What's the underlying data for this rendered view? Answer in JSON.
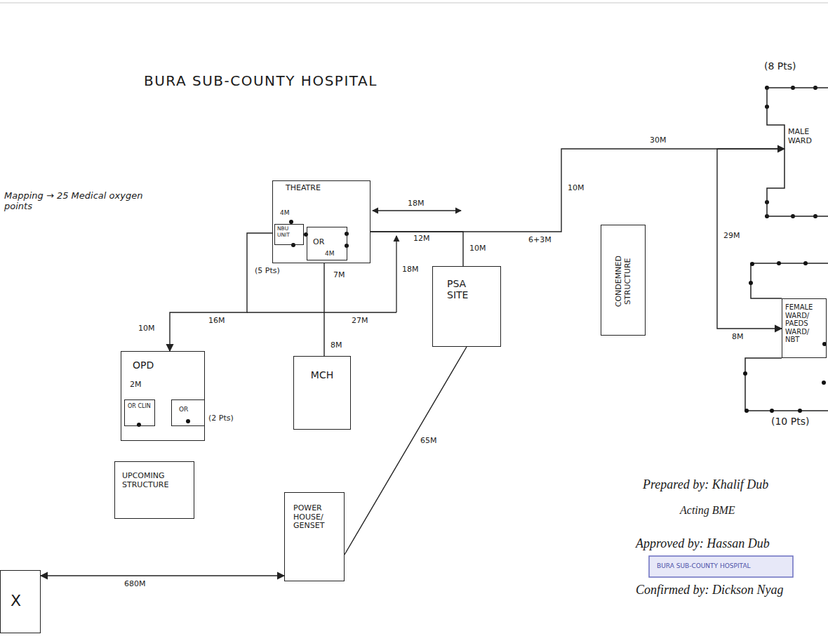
{
  "diagram": {
    "title": "BURA SUB-COUNTY HOSPITAL",
    "nodes": [
      {
        "text": [
          "THEATRE"
        ]
      },
      {
        "text": [
          "NBU UNIT"
        ],
        "in": 0
      },
      {
        "text": [
          "OR"
        ],
        "in": 0
      },
      {
        "text": [
          "PSA SITE"
        ]
      },
      {
        "text": [
          "CONDEMNED STRUCTURE"
        ]
      },
      {
        "text": [
          "MALE WARD"
        ]
      },
      {
        "text": [
          "OPD"
        ]
      },
      {
        "text": [
          "OR CLIN"
        ],
        "in": 6
      },
      {
        "text": [
          "OR"
        ],
        "in": 6
      },
      {
        "text": [
          "MCH"
        ]
      },
      {
        "text": [
          "FEMALE WARD/ PAEDS WARD/ NBT"
        ]
      },
      {
        "text": [
          "UPCOMING STRUCTURE"
        ]
      },
      {
        "text": [
          "POWER HOUSE/ GENSET"
        ]
      },
      {
        "text": [
          "X"
        ]
      }
    ],
    "edges": [
      {
        "from": 0,
        "to": 3,
        "label": "10M",
        "arrow": "none"
      },
      {
        "from": 0,
        "to": 5,
        "label": "30M",
        "arrow": "none"
      },
      {
        "from": 0,
        "to": 6,
        "label": "16M",
        "arrow": "to"
      },
      {
        "from": 0,
        "to": 9,
        "label": "8M",
        "arrow": "none"
      },
      {
        "from": 12,
        "to": 3,
        "label": "65M",
        "arrow": "none"
      },
      {
        "from": 13,
        "to": 12,
        "label": "680M",
        "arrow": "both"
      },
      {
        "from": 5,
        "to": 10,
        "label": "29M",
        "arrow": "both"
      }
    ],
    "labels": [
      "Mapping → 25 Medical oxygen points",
      "4M",
      "4M",
      "(5 Pts)",
      "18M",
      "12M",
      "18M",
      "6+3M",
      "10M",
      "27M",
      "7M",
      "10M",
      "2M",
      "(2 Pts)",
      "(8 Pts)",
      "(10 Pts)",
      "8M",
      "Prepared by: Khalif Dub",
      "Acting BME",
      "Approved by: Hassan Dub",
      "BURA SUB-COUNTY HOSPITAL",
      "Confirmed by: Dickson Nyag"
    ]
  }
}
